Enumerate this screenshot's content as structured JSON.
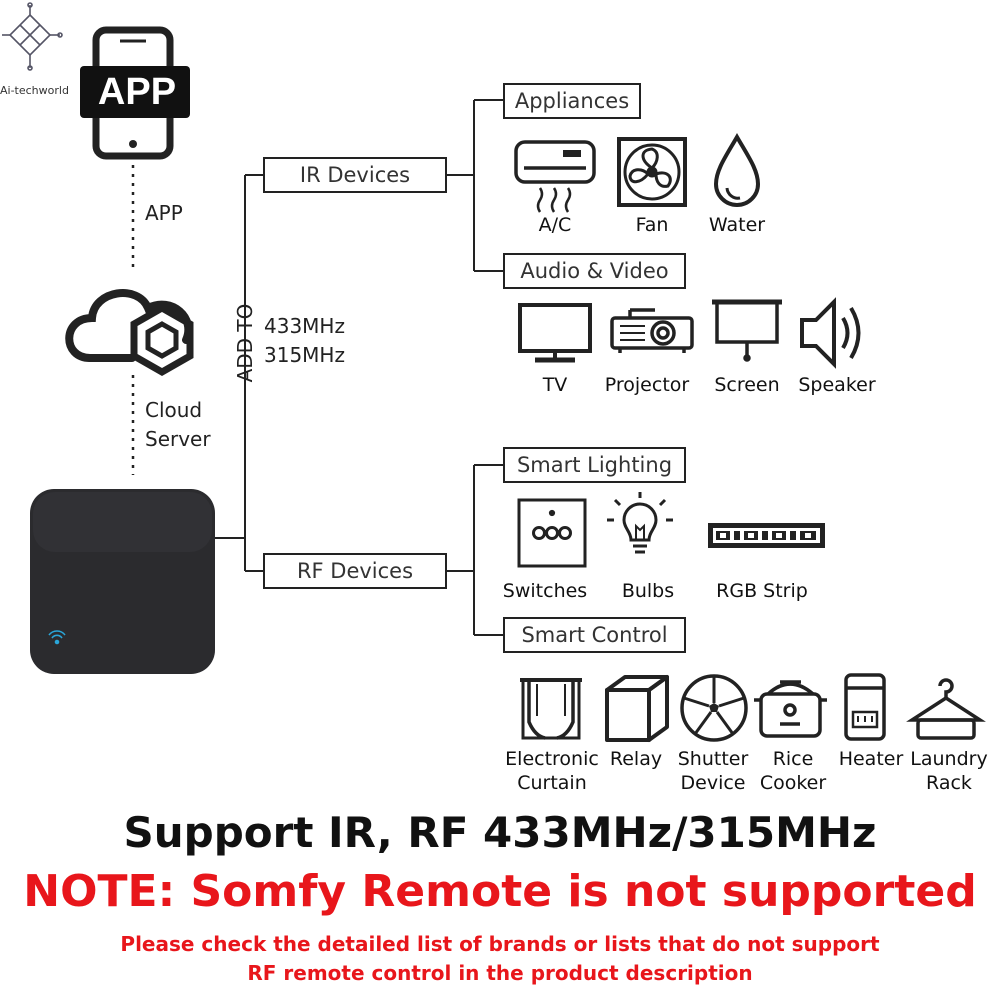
{
  "watermark": "Ai-techworld",
  "phone_screen_text": "APP",
  "left_chain": {
    "app_label": "APP",
    "cloud_label_line1": "Cloud",
    "cloud_label_line2": "Server"
  },
  "trunk": {
    "vertical_label": "ADD TO",
    "freq1": "433MHz",
    "freq2": "315MHz"
  },
  "ir_branch": {
    "label": "IR Devices",
    "groups": [
      {
        "label": "Appliances",
        "items": [
          {
            "icon": "ac-icon",
            "label": "A/C"
          },
          {
            "icon": "fan-icon",
            "label": "Fan"
          },
          {
            "icon": "water-drop-icon",
            "label": "Water"
          }
        ]
      },
      {
        "label": "Audio & Video",
        "items": [
          {
            "icon": "tv-icon",
            "label": "TV"
          },
          {
            "icon": "projector-icon",
            "label": "Projector"
          },
          {
            "icon": "screen-icon",
            "label": "Screen"
          },
          {
            "icon": "speaker-icon",
            "label": "Speaker"
          }
        ]
      }
    ]
  },
  "rf_branch": {
    "label": "RF Devices",
    "groups": [
      {
        "label": "Smart Lighting",
        "items": [
          {
            "icon": "switch-icon",
            "label": "Switches"
          },
          {
            "icon": "bulb-icon",
            "label": "Bulbs"
          },
          {
            "icon": "rgb-strip-icon",
            "label": "RGB Strip"
          }
        ]
      },
      {
        "label": "Smart Control",
        "items": [
          {
            "icon": "curtain-icon",
            "label_line1": "Electronic",
            "label_line2": "Curtain"
          },
          {
            "icon": "relay-icon",
            "label_line1": "Relay"
          },
          {
            "icon": "shutter-icon",
            "label_line1": "Shutter",
            "label_line2": "Device"
          },
          {
            "icon": "rice-cooker-icon",
            "label_line1": "Rice",
            "label_line2": "Cooker"
          },
          {
            "icon": "heater-icon",
            "label_line1": "Heater"
          },
          {
            "icon": "laundry-rack-icon",
            "label_line1": "Laundry",
            "label_line2": "Rack"
          }
        ]
      }
    ]
  },
  "footer": {
    "support": "Support IR, RF 433MHz/315MHz",
    "note": "NOTE: Somfy Remote is not supported",
    "disclaimer_line1": "Please check the detailed list of brands or lists that do not support",
    "disclaimer_line2": "RF remote control in the product description"
  },
  "colors": {
    "ink": "#222222",
    "hub": "#2b2b2e",
    "wifi": "#2aa6d9",
    "warning": "#e8161b"
  }
}
